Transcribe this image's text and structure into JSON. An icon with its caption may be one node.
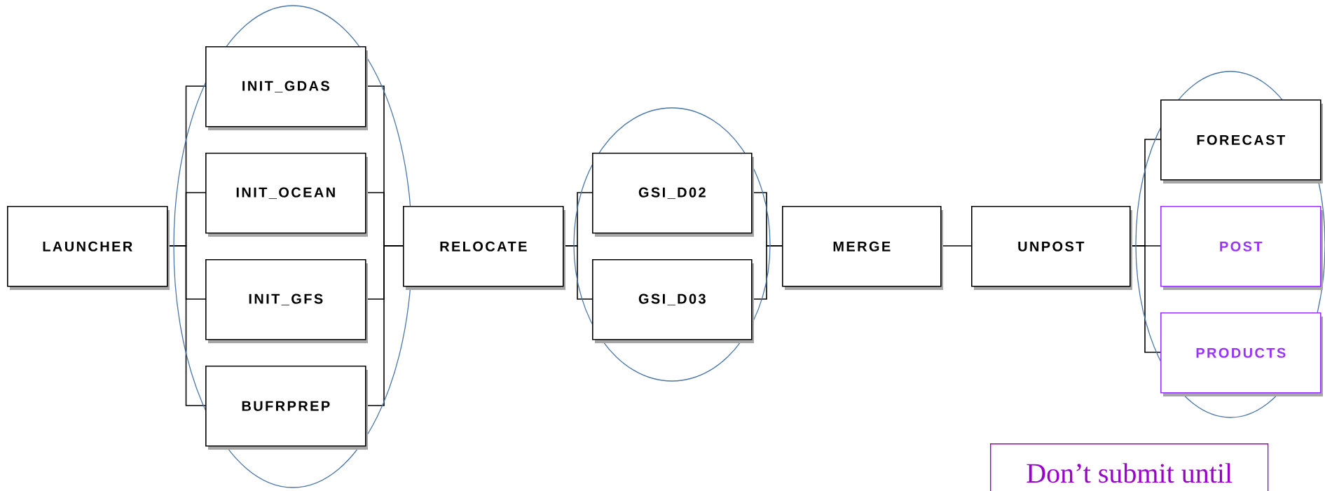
{
  "diagram": {
    "nodes": [
      {
        "text": [
          "LAUNCHER"
        ]
      },
      {
        "text": [
          "INIT_GDAS"
        ]
      },
      {
        "text": [
          "INIT_OCEAN"
        ]
      },
      {
        "text": [
          "INIT_GFS"
        ]
      },
      {
        "text": [
          "BUFRPREP"
        ]
      },
      {
        "text": [
          "RELOCATE"
        ]
      },
      {
        "text": [
          "GSI_D02"
        ]
      },
      {
        "text": [
          "GSI_D03"
        ]
      },
      {
        "text": [
          "MERGE"
        ]
      },
      {
        "text": [
          "UNPOST"
        ]
      },
      {
        "text": [
          "FORECAST"
        ]
      },
      {
        "text": [
          "POST"
        ]
      },
      {
        "text": [
          "PRODUCTS"
        ]
      },
      {
        "text": [
          "Don’t submit until"
        ]
      }
    ],
    "edges": [
      {
        "from": 0,
        "to": 1,
        "arrow": "none"
      },
      {
        "from": 0,
        "to": 2,
        "arrow": "none"
      },
      {
        "from": 0,
        "to": 3,
        "arrow": "none"
      },
      {
        "from": 0,
        "to": 4,
        "arrow": "none"
      },
      {
        "from": 1,
        "to": 5,
        "arrow": "none"
      },
      {
        "from": 2,
        "to": 5,
        "arrow": "none"
      },
      {
        "from": 3,
        "to": 5,
        "arrow": "none"
      },
      {
        "from": 4,
        "to": 5,
        "arrow": "none"
      },
      {
        "from": 5,
        "to": 6,
        "arrow": "none"
      },
      {
        "from": 5,
        "to": 7,
        "arrow": "none"
      },
      {
        "from": 6,
        "to": 8,
        "arrow": "none"
      },
      {
        "from": 7,
        "to": 8,
        "arrow": "none"
      },
      {
        "from": 8,
        "to": 9,
        "arrow": "none"
      },
      {
        "from": 9,
        "to": 10,
        "arrow": "none"
      },
      {
        "from": 9,
        "to": 11,
        "arrow": "none"
      },
      {
        "from": 9,
        "to": 12,
        "arrow": "none"
      }
    ]
  }
}
